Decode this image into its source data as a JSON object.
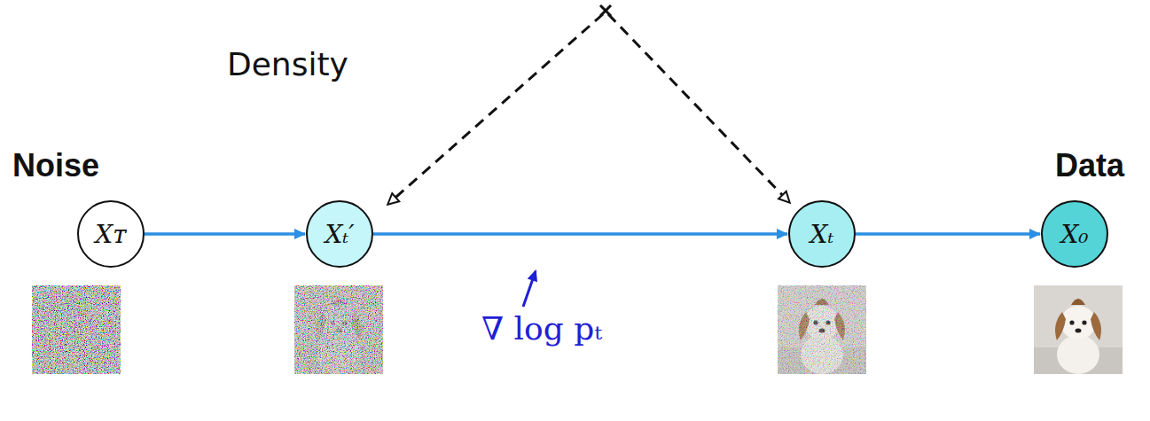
{
  "diagram": {
    "nodes": [
      {
        "text": [
          "Xᴛ"
        ]
      },
      {
        "text": [
          "Xₜ′"
        ]
      },
      {
        "text": [
          "Xₜ"
        ]
      },
      {
        "text": [
          "X₀"
        ]
      }
    ],
    "edges": [
      {
        "from": 0,
        "to": 1,
        "arrow": "to"
      },
      {
        "from": 1,
        "to": 2,
        "label": "∇ log pₜ",
        "arrow": "to"
      },
      {
        "from": 2,
        "to": 3,
        "arrow": "to"
      }
    ],
    "labels": [
      "Density",
      "Noise",
      "Data"
    ]
  }
}
